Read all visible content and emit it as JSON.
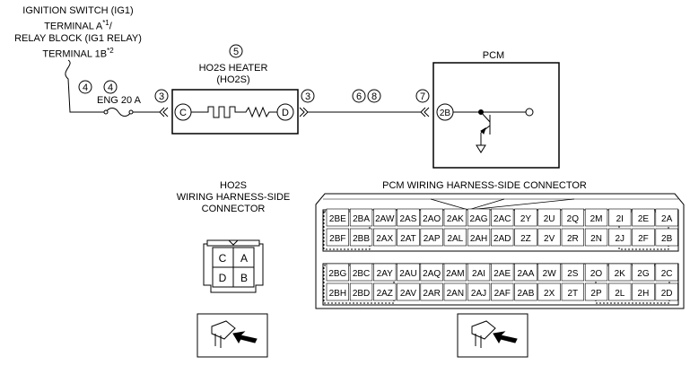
{
  "ignition": {
    "line1": "IGNITION SWITCH (IG1)",
    "line2": "TERMINAL A",
    "line2_sup": "*1",
    "line2_tail": "/",
    "line3": "RELAY BLOCK (IG1 RELAY)",
    "line4": "TERMINAL 1B",
    "line4_sup": "*2"
  },
  "callouts": {
    "c4a": "4",
    "c4b": "4",
    "c3a": "3",
    "c5": "5",
    "c3b": "3",
    "c6": "6",
    "c8": "8",
    "c7": "7"
  },
  "fuse_label": "ENG 20 A",
  "heater": {
    "line1": "HO2S HEATER",
    "line2": "(HO2S)",
    "term_left": "C",
    "term_right": "D"
  },
  "pcm": {
    "title": "PCM",
    "terminal": "2B"
  },
  "ho2s_connector": {
    "line1": "HO2S",
    "line2": "WIRING HARNESS-SIDE",
    "line3": "CONNECTOR",
    "pins": [
      "C",
      "A",
      "D",
      "B"
    ]
  },
  "pcm_connector": {
    "title": "PCM WIRING HARNESS-SIDE CONNECTOR",
    "rows": [
      [
        "2BE",
        "2BA",
        "2AW",
        "2AS",
        "2AO",
        "2AK",
        "2AG",
        "2AC",
        "2Y",
        "2U",
        "2Q",
        "2M",
        "2I",
        "2E",
        "2A"
      ],
      [
        "2BF",
        "2BB",
        "2AX",
        "2AT",
        "2AP",
        "2AL",
        "2AH",
        "2AD",
        "2Z",
        "2V",
        "2R",
        "2N",
        "2J",
        "2F",
        "2B"
      ],
      [
        "2BG",
        "2BC",
        "2AY",
        "2AU",
        "2AQ",
        "2AM",
        "2AI",
        "2AE",
        "2AA",
        "2W",
        "2S",
        "2O",
        "2K",
        "2G",
        "2C"
      ],
      [
        "2BH",
        "2BD",
        "2AZ",
        "2AV",
        "2AR",
        "2AN",
        "2AJ",
        "2AF",
        "2AB",
        "2X",
        "2T",
        "2P",
        "2L",
        "2H",
        "2D"
      ]
    ]
  }
}
